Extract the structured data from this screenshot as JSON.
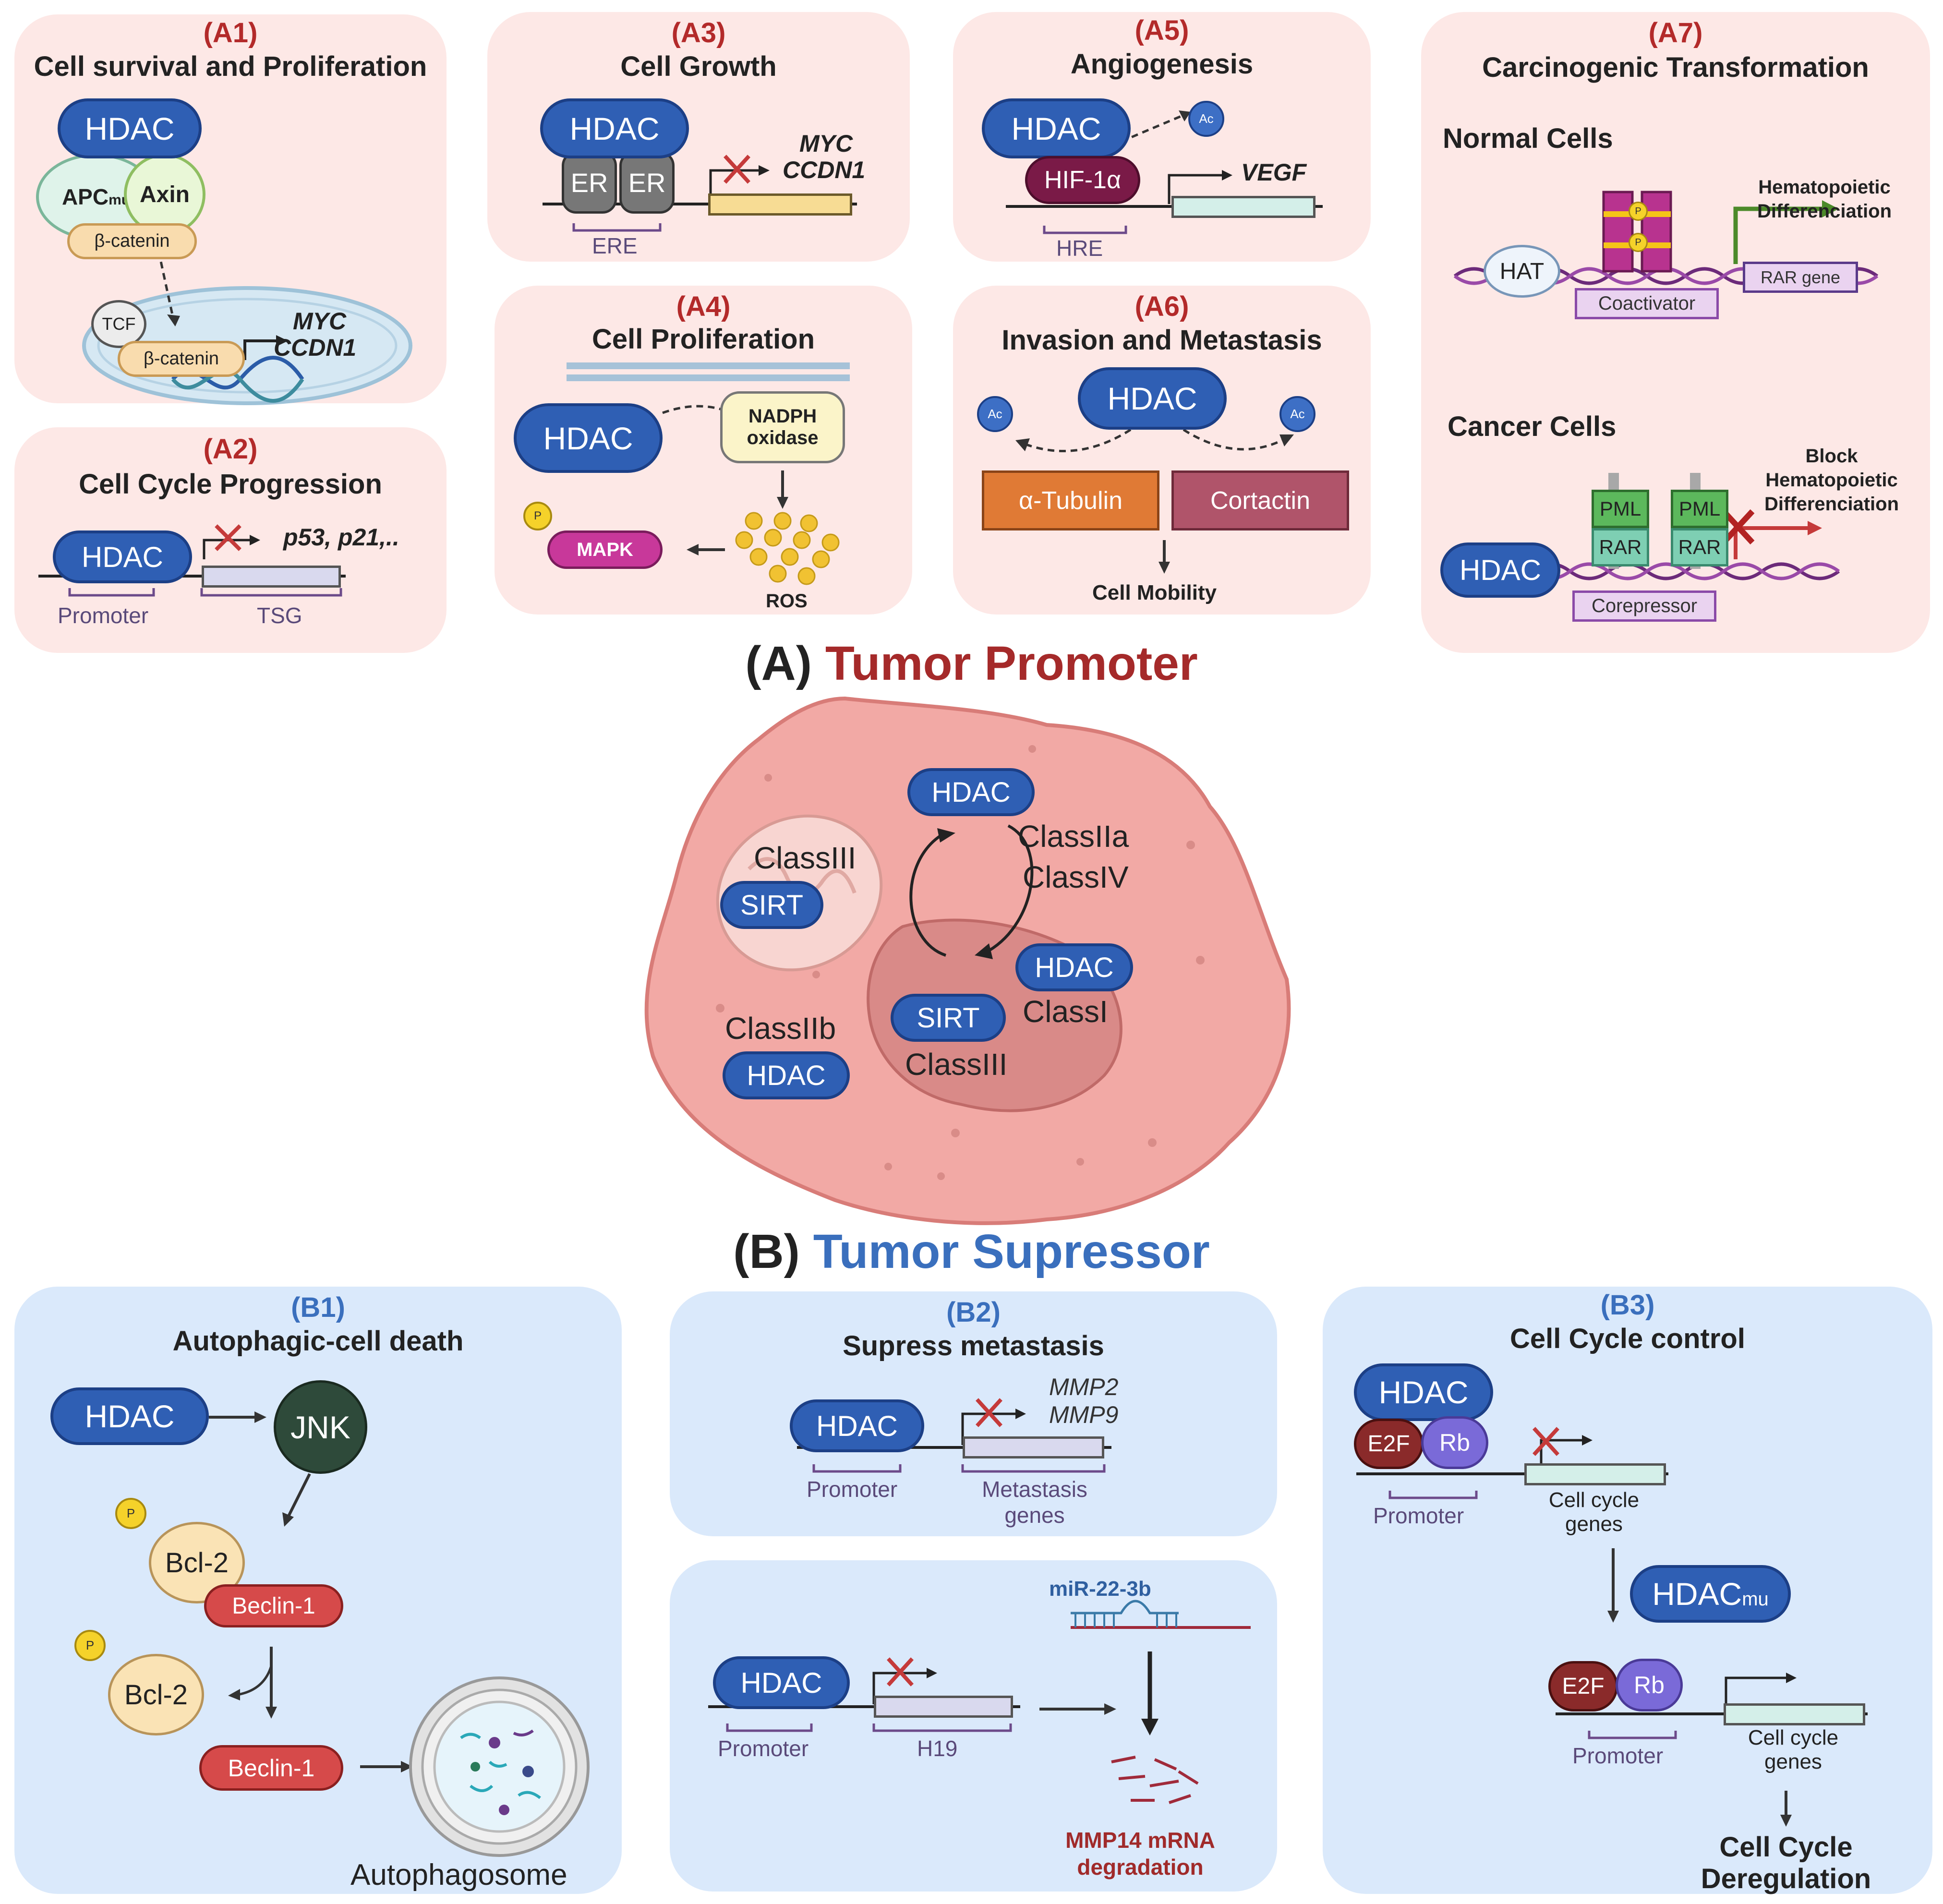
{
  "A1": {
    "id": "(A1)",
    "title": "Cell survival and Proliferation",
    "hdac": "HDAC",
    "apc": "APC",
    "apc_sub": "mu",
    "axin": "Axin",
    "bcat": "β-catenin",
    "tcf": "TCF",
    "bcat2": "β-catenin",
    "gene1": "MYC",
    "gene2": "CCDN1"
  },
  "A2": {
    "id": "(A2)",
    "title": "Cell Cycle Progression",
    "hdac": "HDAC",
    "genes": "p53, p21,..",
    "promoter": "Promoter",
    "tsg": "TSG"
  },
  "A3": {
    "id": "(A3)",
    "title": "Cell Growth",
    "hdac": "HDAC",
    "er1": "ER",
    "er2": "ER",
    "gene1": "MYC",
    "gene2": "CCDN1",
    "ere": "ERE"
  },
  "A4": {
    "id": "(A4)",
    "title": "Cell Proliferation",
    "hdac": "HDAC",
    "nadph": "NADPH oxidase",
    "mapk": "MAPK",
    "ros": "ROS",
    "p": "P"
  },
  "A5": {
    "id": "(A5)",
    "title": "Angiogenesis",
    "hdac": "HDAC",
    "hif": "HIF-1α",
    "vegf": "VEGF",
    "hre": "HRE",
    "ac": "Ac"
  },
  "A6": {
    "id": "(A6)",
    "title": "Invasion and Metastasis",
    "hdac": "HDAC",
    "tubulin": "α-Tubulin",
    "cortactin": "Cortactin",
    "mobility": "Cell Mobility",
    "ac": "Ac"
  },
  "A7": {
    "id": "(A7)",
    "title": "Carcinogenic Transformation",
    "normal": "Normal Cells",
    "hat": "HAT",
    "coactivator": "Coactivator",
    "rar_gene": "RAR gene",
    "hema": "Hematopoietic Differenciation",
    "cancer": "Cancer Cells",
    "hdac": "HDAC",
    "pml": "PML",
    "rar": "RAR",
    "corepressor": "Corepressor",
    "block": "Block Hematopoietic Differenciation",
    "p": "P"
  },
  "headingA": {
    "prefix": "(A)",
    "label": "Tumor Promoter"
  },
  "headingB": {
    "prefix": "(B)",
    "label": "Tumor Supressor"
  },
  "cell": {
    "hdac1": "HDAC",
    "classIIa": "ClassIIa",
    "classIV": "ClassIV",
    "classIII_mito": "ClassIII",
    "sirt1": "SIRT",
    "hdac2": "HDAC",
    "classI": "ClassI",
    "sirt2": "SIRT",
    "classIII_nuc": "ClassIII",
    "classIIb": "ClassIIb",
    "hdac3": "HDAC"
  },
  "B1": {
    "id": "(B1)",
    "title": "Autophagic-cell death",
    "hdac": "HDAC",
    "jnk": "JNK",
    "bcl2a": "Bcl-2",
    "beclin1a": "Beclin-1",
    "bcl2b": "Bcl-2",
    "beclin1b": "Beclin-1",
    "autophagosome": "Autophagosome",
    "p": "P"
  },
  "B2": {
    "id": "(B2)",
    "title": "Supress metastasis",
    "hdac": "HDAC",
    "mmp2": "MMP2",
    "mmp9": "MMP9",
    "promoter": "Promoter",
    "meta": "Metastasis genes",
    "hdac2": "HDAC",
    "promoter2": "Promoter",
    "h19": "H19",
    "mir": "miR-22-3b",
    "mmp14": "MMP14 mRNA degradation"
  },
  "B3": {
    "id": "(B3)",
    "title": "Cell Cycle control",
    "hdac": "HDAC",
    "e2f": "E2F",
    "rb": "Rb",
    "promoter": "Promoter",
    "ccgenes": "Cell cycle genes",
    "hdacmu": "HDAC",
    "hdacmu_sub": "mu",
    "e2f2": "E2F",
    "rb2": "Rb",
    "promoter2": "Promoter",
    "ccgenes2": "Cell cycle genes",
    "dereg": "Cell Cycle Deregulation"
  },
  "colors": {
    "pink_panel": "#fde8e6",
    "blue_panel": "#dae9fb",
    "hdac": "#2f5fb4",
    "red_title": "#b32a2a",
    "blue_title": "#3a6fbd"
  }
}
